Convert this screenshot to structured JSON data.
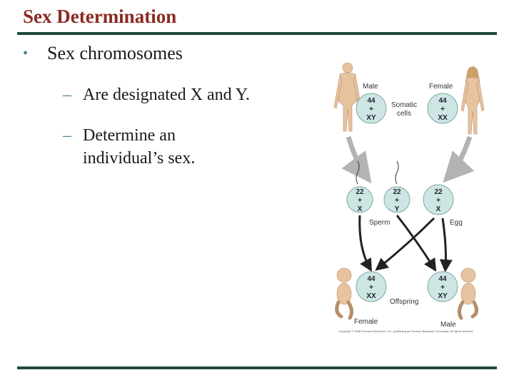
{
  "slide": {
    "title": "Sex Determination",
    "bullet": "Sex chromosomes",
    "subbullets": [
      "Are designated X and Y.",
      "Determine an",
      "individual’s sex."
    ]
  },
  "figure": {
    "label_male_top": "Male",
    "label_female_top": "Female",
    "label_somatic": "Somatic",
    "label_cells": "cells",
    "somatic_male": [
      "44",
      "+",
      "XY"
    ],
    "somatic_female": [
      "44",
      "+",
      "XX"
    ],
    "sperm1": [
      "22",
      "+",
      "X"
    ],
    "sperm2": [
      "22",
      "+",
      "Y"
    ],
    "egg": [
      "22",
      "+",
      "X"
    ],
    "label_sperm": "Sperm",
    "label_egg": "Egg",
    "offspring_female": [
      "44",
      "+",
      "XX"
    ],
    "offspring_male": [
      "44",
      "+",
      "XY"
    ],
    "label_offspring": "Offspring",
    "label_female_bottom": "Female",
    "label_male_bottom": "Male",
    "copyright": "Copyright © 2008 Pearson Education, Inc., publishing as Pearson Benjamin Cummings. All rights reserved."
  },
  "colors": {
    "title": "#8b2a24",
    "rule": "#1f4a3a",
    "bullet": "#4a7f97",
    "cell_fill": "#cde5e3",
    "arrow": "#b3b3b3",
    "arrow_dark": "#222222",
    "skin": "#e8c3a0"
  }
}
